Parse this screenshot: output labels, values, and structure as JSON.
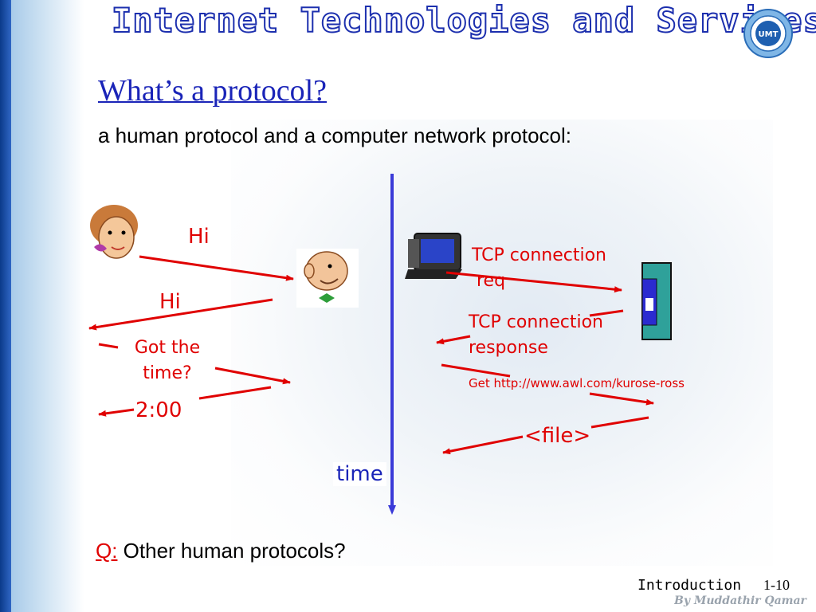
{
  "header": {
    "title": "Internet Technologies and Services",
    "logo_text": "UMT"
  },
  "slide": {
    "heading": "What’s a protocol?",
    "subheading": "a human protocol and a computer network protocol:"
  },
  "human_protocol": {
    "hi_1": "Hi",
    "hi_2": "Hi",
    "got_time_line1": "Got the",
    "got_time_line2": "time?",
    "reply": "2:00"
  },
  "network_protocol": {
    "tcp_req_line1": "TCP connection",
    "tcp_req_line2": "req",
    "tcp_resp_line1": "TCP connection",
    "tcp_resp_line2": "response",
    "get_request": "Get http://www.awl.com/kurose-ross",
    "file": "<file>"
  },
  "time_axis_label": "time",
  "question": {
    "prefix": "Q:",
    "text": " Other human protocols?"
  },
  "footer": {
    "section": "Introduction",
    "page": "1-10",
    "signature": "By Muddathir Qamar"
  },
  "colors": {
    "accent_blue": "#1a24b8",
    "arrow_red": "#e00000",
    "timeline_blue": "#3a3ad8"
  }
}
